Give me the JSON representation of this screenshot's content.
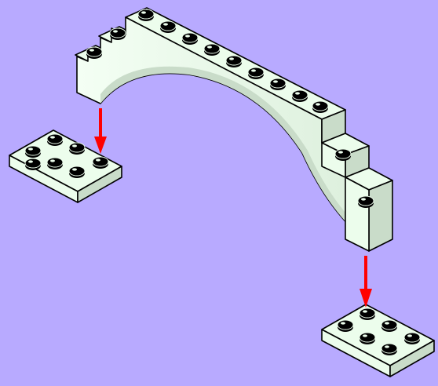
{
  "scene": {
    "background": "#b8aaff",
    "brick_color": "#ecfdec",
    "shade_color": "#c9dcc9",
    "outline_color": "#000000",
    "stud_color": "#000000",
    "arrow_color": "#ff0000"
  },
  "parts": [
    {
      "id": "arch-brick",
      "name": "arch-brick",
      "studs": 12
    },
    {
      "id": "plate-left",
      "name": "plate-2x3-left",
      "studs": 6
    },
    {
      "id": "plate-right",
      "name": "plate-2x3-right",
      "studs": 6
    }
  ],
  "arrows": [
    {
      "id": "arrow-left",
      "name": "down-arrow-icon",
      "direction": "down",
      "target": "plate-left"
    },
    {
      "id": "arrow-right",
      "name": "down-arrow-icon",
      "direction": "down",
      "target": "plate-right"
    }
  ]
}
